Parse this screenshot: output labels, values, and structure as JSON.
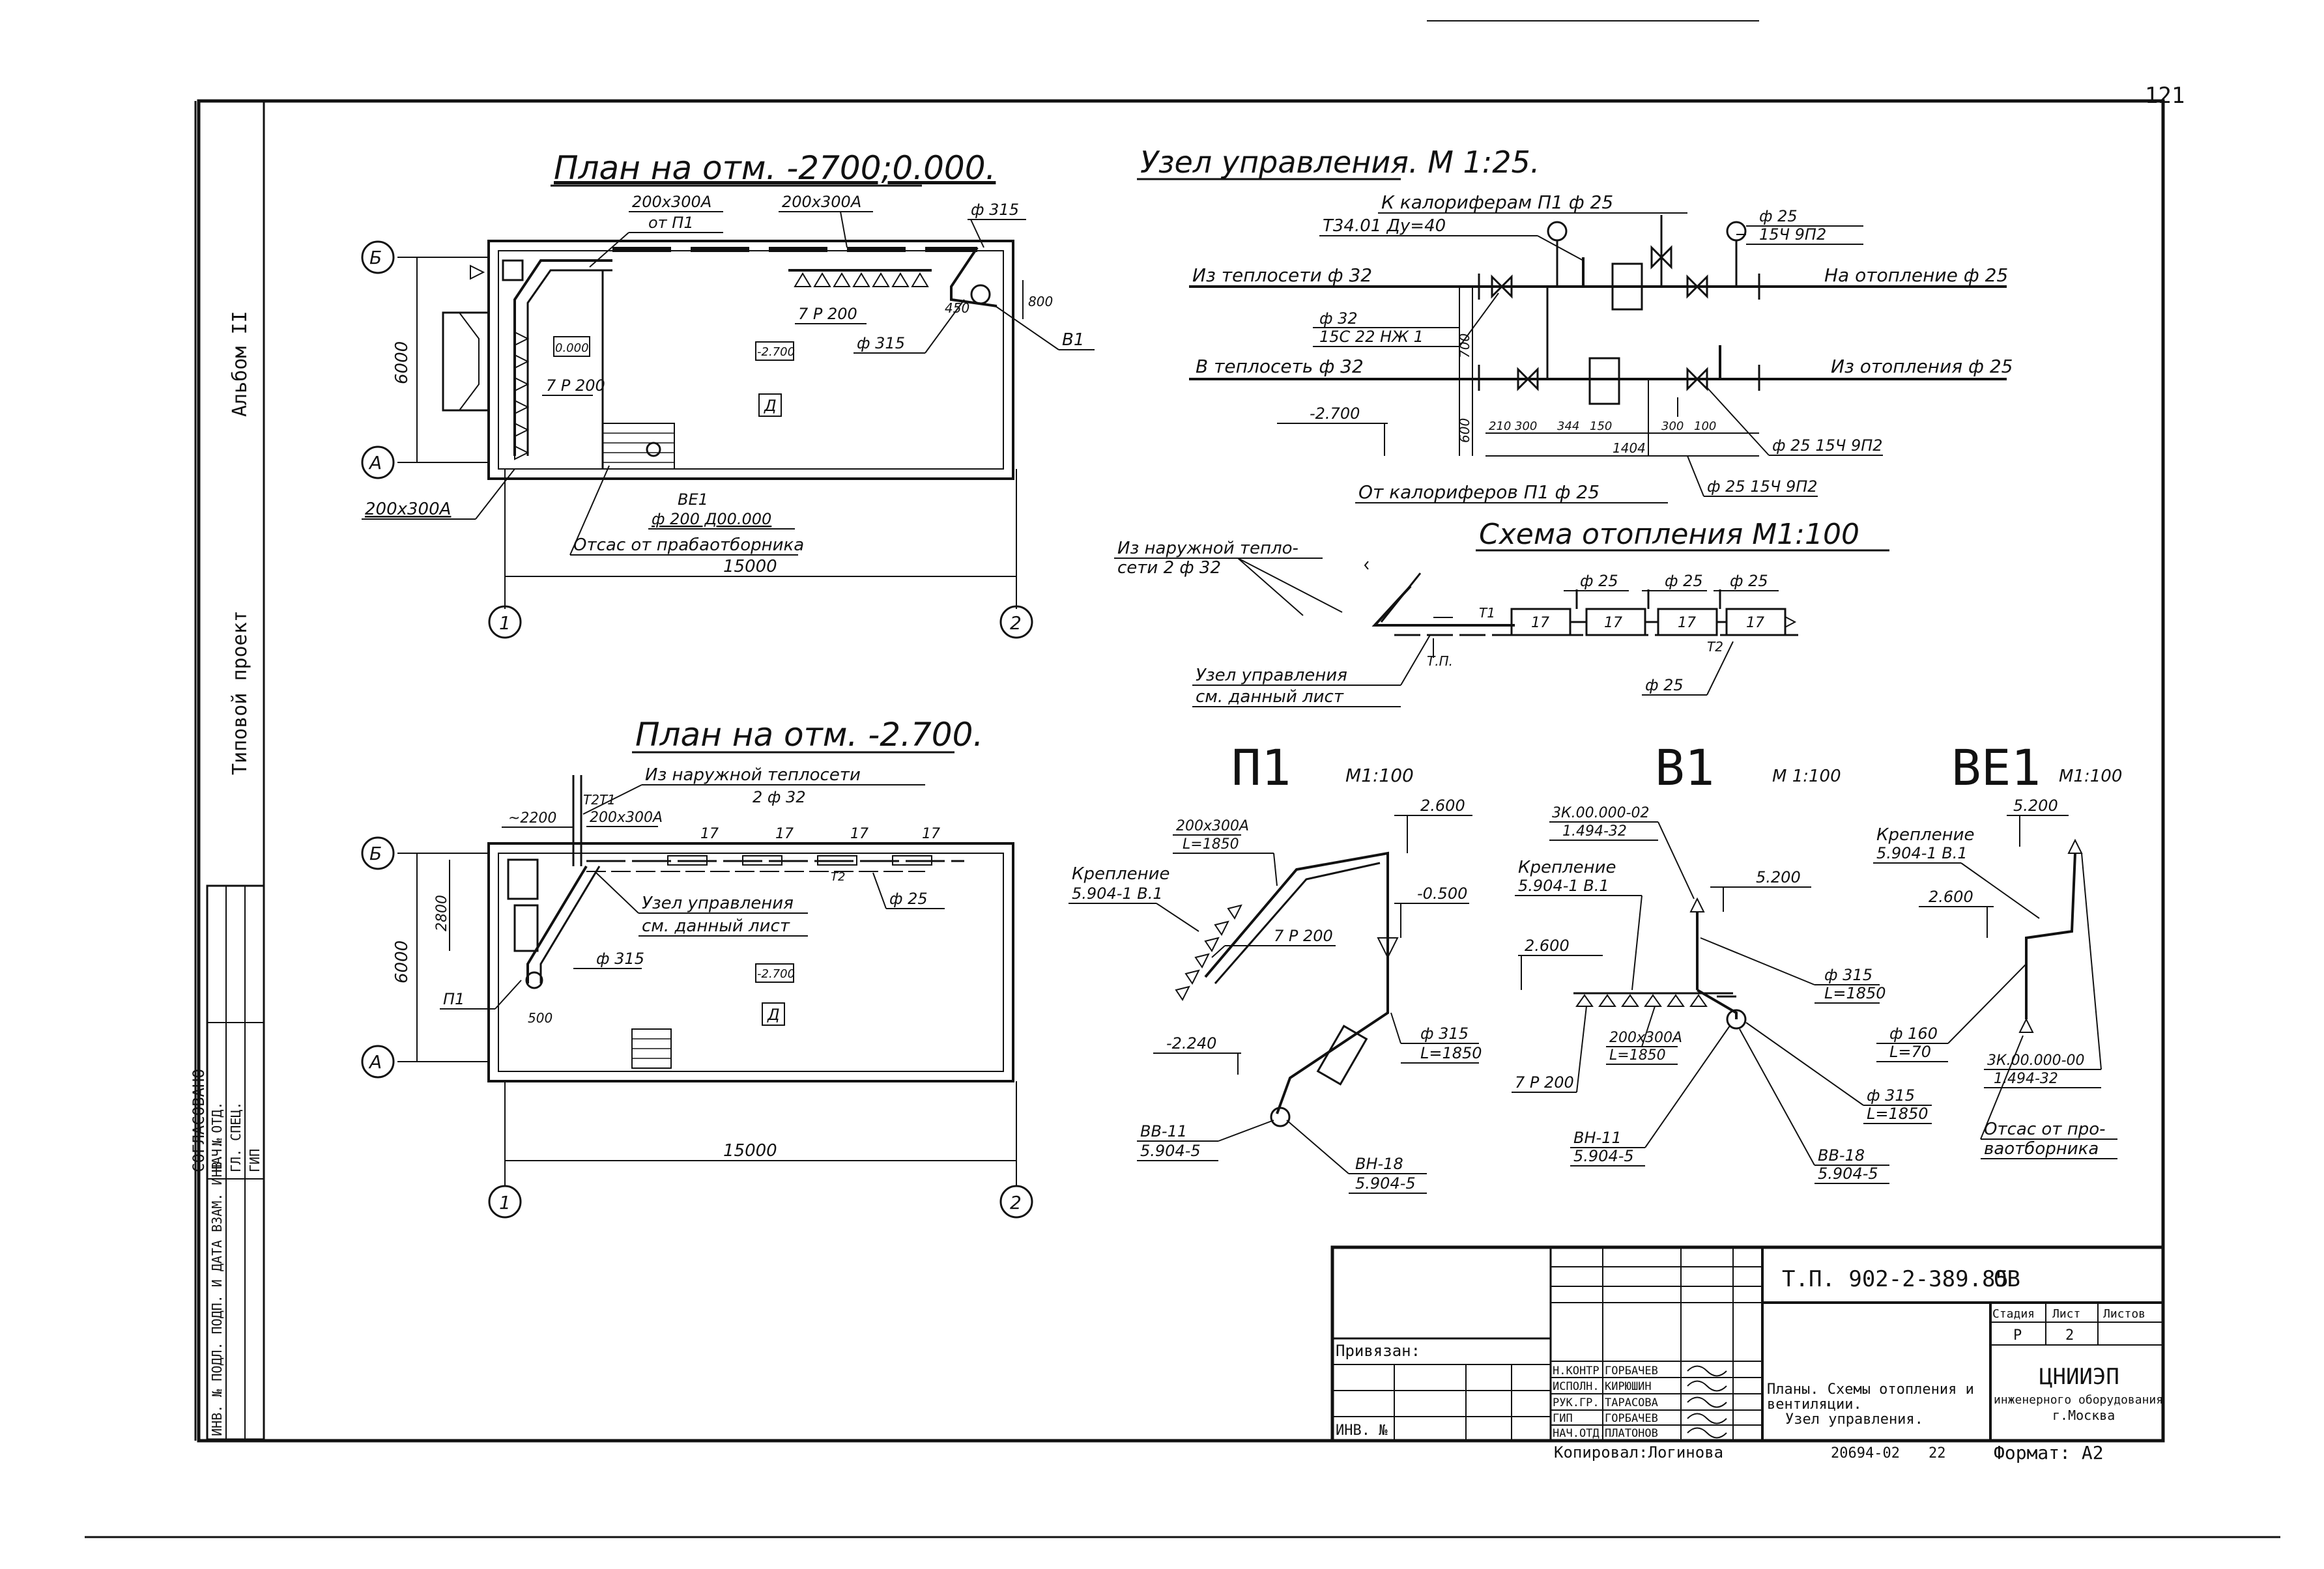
{
  "sheet_number": "121",
  "side_strip": {
    "album": "Альбом II",
    "project": "Типовой проект"
  },
  "plan_top": {
    "title": "План на отм. -2700;0.000.",
    "axis_b": "Б",
    "axis_a": "А",
    "axis_1": "1",
    "axis_2": "2",
    "dim_width": "6000",
    "dim_length": "15000",
    "duct_left": "200x300А",
    "duct_top1": "200x300А",
    "duct_top1_sub": "от П1",
    "duct_top2": "200x300А",
    "grille_label1": "7 Р 200",
    "grille_label2": "7 Р 200",
    "mark1": "0.000",
    "mark2": "-2.700",
    "room": "Д",
    "phi315a": "ф 315",
    "phi315b": "ф 315",
    "dim450": "450",
    "dim800": "800",
    "b1": "В1",
    "be1": "ВЕ1",
    "be1_sub": "ф 200 Д00.000",
    "otsos": "Отсас от прабаотборника"
  },
  "plan_bottom": {
    "title": "План на отм. -2.700.",
    "axis_b": "Б",
    "axis_a": "А",
    "axis_1": "1",
    "axis_2": "2",
    "dim_width": "6000",
    "dim_length": "15000",
    "dim2200": "~2200",
    "dim2800": "2800",
    "dim500": "500",
    "t2t1": "Т2Т1",
    "from_net": "Из наружной теплосети",
    "from_net_sub": "2 ф 32",
    "duct": "200x300А",
    "n17a": "17",
    "n17b": "17",
    "n17c": "17",
    "n17d": "17",
    "t2": "Т2",
    "node": "Узел управления",
    "node_sub": "см. данный лист",
    "phi25": "ф 25",
    "phi315": "ф 315",
    "p1": "П1",
    "mark": "-2.700",
    "room": "Д"
  },
  "node": {
    "title": "Узел управления. М 1:25.",
    "to_heaters": "К калориферам П1 ф 25",
    "t34": "Т34.01 Ду=40",
    "phi25_top": "ф 25",
    "phi25_top_sub": "15Ч 9П2",
    "from_net": "Из теплосети ф 32",
    "to_heating": "На отопление ф 25",
    "phi32": "ф 32",
    "phi32_sub": "15С 22 НЖ 1",
    "into_net": "В теплосеть ф 32",
    "from_heating": "Из отопления ф 25",
    "mark": "-2.700",
    "dim700": "700",
    "dim600": "600",
    "d210": "210",
    "d300a": "300",
    "d344": "344",
    "d150": "150",
    "d300b": "300",
    "d100": "100",
    "d1404": "1404",
    "valve1": "ф 25 15Ч 9П2",
    "from_heaters": "От калориферов П1 ф 25",
    "valve2": "ф 25 15Ч 9П2"
  },
  "heating": {
    "title": "Схема отопления М1:100",
    "from_net": "Из наружной тепло-",
    "from_net2": "сети 2 ф 32",
    "t1": "Т1",
    "t2": "Т2",
    "tp": "Т.П.",
    "r1": "17",
    "r2": "17",
    "r3": "17",
    "r4": "17",
    "p25a": "ф 25",
    "p25b": "ф 25",
    "p25c": "ф 25",
    "p25d": "ф 25",
    "node": "Узел управления",
    "node_sub": "см. данный лист"
  },
  "p1": {
    "title": "П1",
    "scale": "М1:100",
    "duct": "200x300А",
    "len": "L=1850",
    "mark_top": "2.600",
    "mark_mid": "-0.500",
    "mount": "Крепление",
    "mount_sub": "5.904-1 В.1",
    "grille": "7 Р 200",
    "phi315": "ф 315",
    "phi315_len": "L=1850",
    "mark_low": "-2.240",
    "vb11": "ВВ-11",
    "vb11_sub": "5.904-5",
    "vn18": "ВН-18",
    "vn18_sub": "5.904-5"
  },
  "b1": {
    "title": "В1",
    "scale": "М 1:100",
    "zk": "3К.00.000-02",
    "zk_sub": "1.494-32",
    "mount": "Крепление",
    "mount_sub": "5.904-1 В.1",
    "mark5200": "5.200",
    "mark2600": "2.600",
    "phi315": "ф 315",
    "phi315_len": "L=1850",
    "duct": "200x300А",
    "duct_len": "L=1850",
    "grille": "7 Р 200",
    "phi315b": "ф 315",
    "phi315b_len": "L=1850",
    "vn11": "ВН-11",
    "vn11_sub": "5.904-5",
    "vv18": "ВВ-18",
    "vv18_sub": "5.904-5"
  },
  "be1": {
    "title": "ВЕ1",
    "scale": "М1:100",
    "mount": "Крепление",
    "mount_sub": "5.904-1 В.1",
    "mark5200": "5.200",
    "mark2600": "2.600",
    "phi160": "ф 160",
    "phi160_len": "L=70",
    "zk": "3К.00.000-00",
    "zk_sub": "1.494-32",
    "otsos": "Отсас от про-",
    "otsos2": "ваотборника"
  },
  "approval": {
    "title": "СОГЛАСОВАНО",
    "rows": [
      "НАЧ. ОТД.",
      "ГЛ. СПЕЦ.",
      "ГИП"
    ],
    "inv": "ИНВ. № ПОДЛ.  ПОДП. И ДАТА  ВЗАМ. ИНВ. №"
  },
  "stamp": {
    "doc": "Т.П. 902-2-389.85",
    "code": "ОВ",
    "bound": "Привязан:",
    "inv": "ИНВ. №",
    "roles": [
      "Н.КОНТР",
      "ИСПОЛН.",
      "РУК.ГР.",
      "ГИП",
      "НАЧ.ОТД."
    ],
    "names": [
      "ГОРБАЧЕВ",
      "КИРЮШИН",
      "ТАРАСОВА",
      "ГОРБАЧЕВ",
      "ПЛАТОНОВ"
    ],
    "desc1": "Планы. Схемы отопления и",
    "desc2": "вентиляции.",
    "desc3": "Узел управления.",
    "stage_h": "Стадия",
    "sheet_h": "Лист",
    "sheets_h": "Листов",
    "stage": "Р",
    "sheet": "2",
    "org1": "ЦНИИЭП",
    "org2": "инженерного оборудования",
    "org3": "г.Москва",
    "copied": "Копировал:Логинова",
    "order": "20694-02",
    "order2": "22",
    "format": "Формат: А2"
  }
}
